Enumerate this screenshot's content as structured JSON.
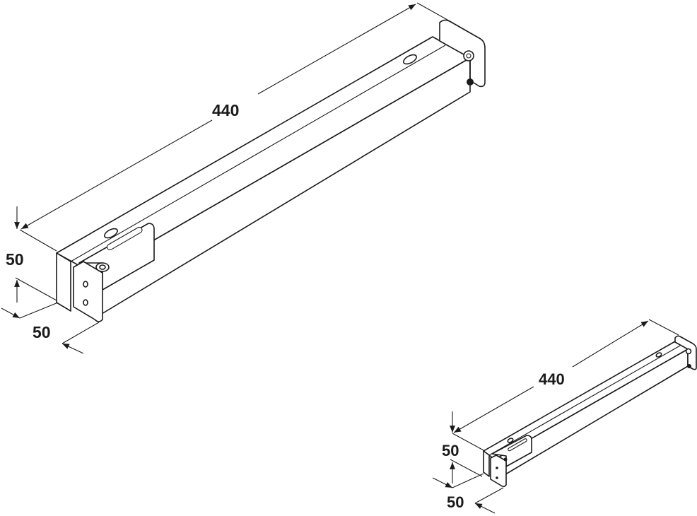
{
  "drawing": {
    "large_view": {
      "length_label": "440",
      "height_label": "50",
      "width_label": "50"
    },
    "small_view": {
      "length_label": "440",
      "height_label": "50",
      "width_label": "50"
    },
    "colors": {
      "line": "#1a1a1a",
      "background": "#ffffff"
    }
  }
}
